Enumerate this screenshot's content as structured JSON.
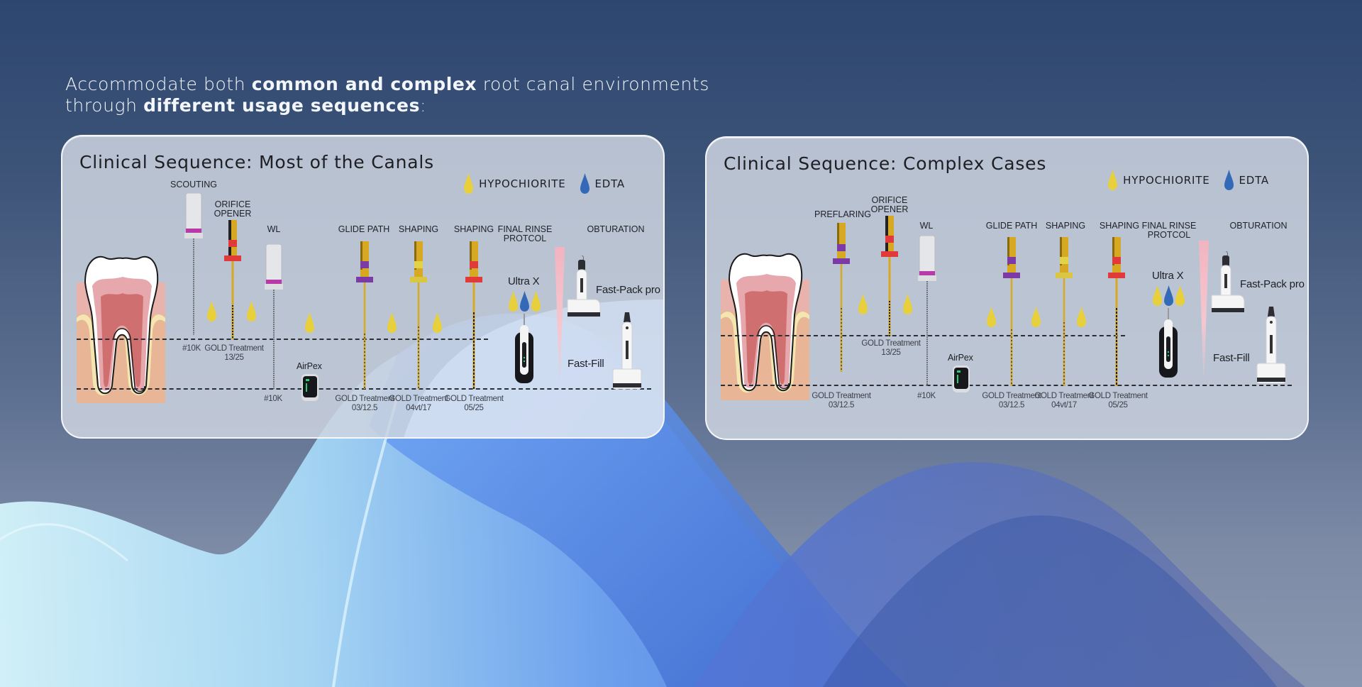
{
  "headline": {
    "line1_pre": "Accommodate both ",
    "line1_bold": "common and complex",
    "line1_post": " root canal environments",
    "line2_pre": "through ",
    "line2_bold": "different usage sequences",
    "line2_post": ":"
  },
  "legend": {
    "hypochlorite": "HYPOCHIORITE",
    "edta": "EDTA",
    "hypochlorite_color": "#e8cf3c",
    "edta_color": "#3469b8"
  },
  "cards": {
    "left": {
      "title": "Clinical Sequence: Most of the Canals",
      "steps": {
        "scouting": "SCOUTING",
        "orifice": "ORIFICE\nOPENER",
        "wl": "WL",
        "glide": "GLIDE PATH",
        "shaping1": "SHAPING",
        "shaping2": "SHAPING",
        "rinse": "FINAL RINSE\nPROTCOL",
        "obturation": "OBTURATION"
      },
      "captions": {
        "scouting": "#10K",
        "orifice": "GOLD Treatment\n13/25",
        "wl": "#10K",
        "glide": "GOLD Treatment\n03/12.5",
        "shaping1": "GOLD Treatment\n04vt/17",
        "shaping2": "GOLD Treatment\n05/25"
      },
      "devices": {
        "airpex": "AirPex",
        "ultrax": "Ultra X",
        "fastpack": "Fast-Pack pro",
        "fastfill": "Fast-Fill"
      }
    },
    "right": {
      "title": "Clinical Sequence: Complex Cases",
      "steps": {
        "preflaring": "PREFLARING",
        "orifice": "ORIFICE\nOPENER",
        "wl": "WL",
        "glide": "GLIDE PATH",
        "shaping1": "SHAPING",
        "shaping2": "SHAPING",
        "rinse": "FINAL RINSE\nPROTCOL",
        "obturation": "OBTURATION"
      },
      "captions": {
        "preflaring": "GOLD Treatment\n03/12.5",
        "orifice": "GOLD Treatment\n13/25",
        "wl": "#10K",
        "glide": "GOLD Treatment\n03/12.5",
        "shaping1": "GOLD Treatment\n04vt/17",
        "shaping2": "GOLD Treatment\n05/25"
      },
      "devices": {
        "airpex": "AirPex",
        "ultrax": "Ultra X",
        "fastpack": "Fast-Pack pro",
        "fastfill": "Fast-Fill"
      }
    }
  }
}
